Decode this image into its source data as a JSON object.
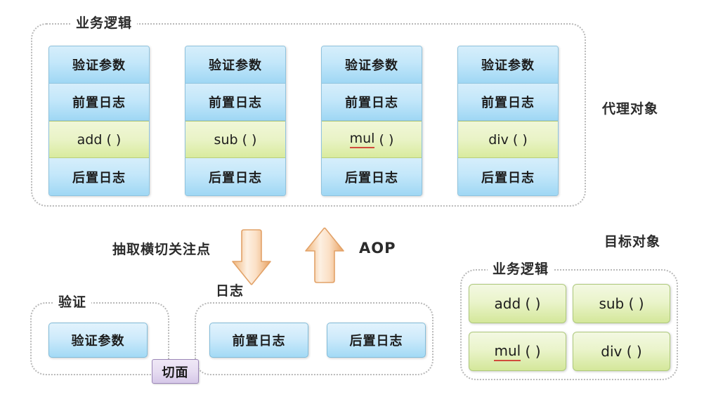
{
  "diagram": {
    "title": "Spring AOP proxy / target object diagram",
    "colors": {
      "blue_cell": "#c3e7fa",
      "green_cell": "#e9f3c6",
      "arrow_orange": "#f5c391",
      "aspect_purple": "#e6dcf1",
      "dashed_border": "#b9b9b9",
      "misspell_underline": "#d14b3c"
    }
  },
  "proxy_section": {
    "container_label": "业务逻辑",
    "side_label": "代理对象",
    "columns": [
      {
        "method": "add ( )",
        "cells": [
          "验证参数",
          "前置日志",
          "add ( )",
          "后置日志"
        ]
      },
      {
        "method": "sub ( )",
        "cells": [
          "验证参数",
          "前置日志",
          "sub ( )",
          "后置日志"
        ]
      },
      {
        "method": "mul ( )",
        "cells": [
          "验证参数",
          "前置日志",
          "mul ( )",
          "后置日志"
        ]
      },
      {
        "method": "div ( )",
        "cells": [
          "验证参数",
          "前置日志",
          "div ( )",
          "后置日志"
        ]
      }
    ],
    "row_labels": [
      "验证参数",
      "前置日志",
      "后置日志"
    ]
  },
  "middle": {
    "down_arrow_label": "抽取横切关注点",
    "down_arrow_sublabel": "日志",
    "up_arrow_label": "AOP"
  },
  "aspect_section": {
    "validate_group_label": "验证",
    "validate_items": [
      "验证参数"
    ],
    "log_group_label": "日志",
    "log_items": [
      "前置日志",
      "后置日志"
    ],
    "aspect_chip": "切面"
  },
  "target_section": {
    "side_label": "目标对象",
    "container_label": "业务逻辑",
    "methods": [
      "add ( )",
      "sub ( )",
      "mul ( )",
      "div ( )"
    ]
  }
}
